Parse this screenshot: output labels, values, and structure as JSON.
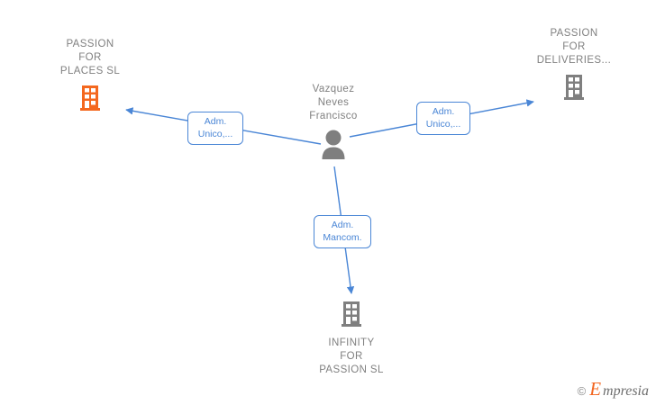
{
  "diagram": {
    "type": "relationship-graph",
    "background_color": "#ffffff",
    "edge_color": "#4a86d6",
    "company_color_highlight": "#f4681f",
    "company_color_default": "#7f7f7f",
    "person_color": "#7f7f7f",
    "nodes": [
      {
        "id": "passion-places",
        "label": "PASSION\nFOR\nPLACES  SL",
        "icon": "building-icon",
        "kind": "company",
        "color": "#f4681f",
        "label_position": "top"
      },
      {
        "id": "passion-deliveries",
        "label": "PASSION\nFOR\nDELIVERIES...",
        "icon": "building-icon",
        "kind": "company",
        "color": "#7f7f7f",
        "label_position": "top"
      },
      {
        "id": "person-vazquez",
        "label": "Vazquez\nNeves\nFrancisco",
        "icon": "person-icon",
        "kind": "person",
        "color": "#7f7f7f",
        "label_position": "top"
      },
      {
        "id": "infinity-passion",
        "label": "INFINITY\nFOR\nPASSION  SL",
        "icon": "building-icon",
        "kind": "company",
        "color": "#7f7f7f",
        "label_position": "bottom"
      }
    ],
    "edges": [
      {
        "id": "edge-left",
        "from": "person-vazquez",
        "to": "passion-places",
        "label": "Adm.\nUnico,..."
      },
      {
        "id": "edge-right",
        "from": "person-vazquez",
        "to": "passion-deliveries",
        "label": "Adm.\nUnico,..."
      },
      {
        "id": "edge-bottom",
        "from": "person-vazquez",
        "to": "infinity-passion",
        "label": "Adm.\nMancom."
      }
    ]
  },
  "watermark": {
    "copyright": "©",
    "brand_initial": "E",
    "brand_rest": "mpresia"
  }
}
